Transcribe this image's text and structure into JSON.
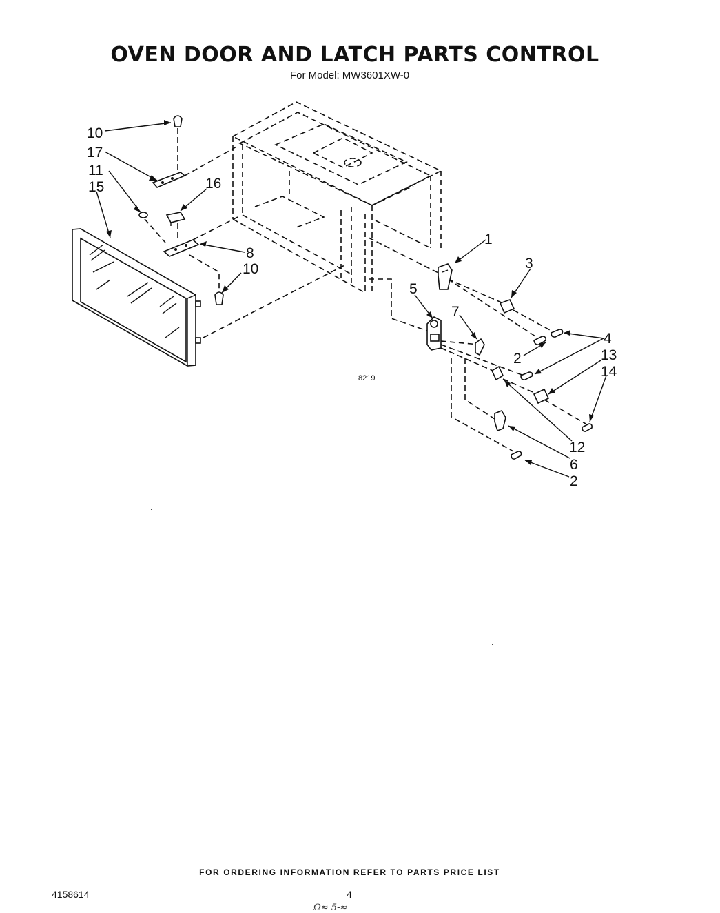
{
  "header": {
    "title": "OVEN DOOR AND LATCH PARTS  CONTROL",
    "subtitle": "For Model: MW3601XW-0"
  },
  "diagram": {
    "figure_number": "8219",
    "callouts": [
      "10",
      "17",
      "11",
      "15",
      "16",
      "8",
      "10",
      "1",
      "3",
      "5",
      "7",
      "4",
      "2",
      "13",
      "14",
      "12",
      "6",
      "2"
    ]
  },
  "footer": {
    "ordering_note": "FOR ORDERING INFORMATION REFER TO PARTS PRICE LIST",
    "document_number": "4158614",
    "page_number": "4",
    "handwritten_note": "Ω≈ 5-≈"
  }
}
